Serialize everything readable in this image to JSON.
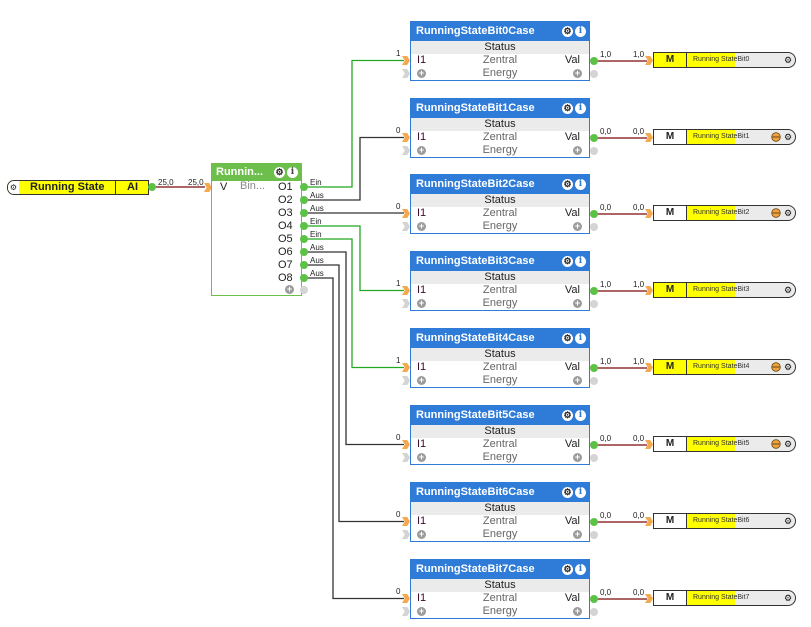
{
  "colors": {
    "case_header": "#2f7bd8",
    "binary_header": "#6cbf4a",
    "wire_on": "#22a822",
    "wire_off": "#333333",
    "wire_value": "#7a0a0a",
    "highlight": "#ffff00",
    "port_input": "#f5a94e",
    "port_output": "#5cc245"
  },
  "source_block": {
    "label": "Running State",
    "type": "AI",
    "output_value": "25,0"
  },
  "binary_block": {
    "title": "Runnin...",
    "input_label": "V",
    "input_value": "25,0",
    "subtitle": "Bin...",
    "outputs": [
      {
        "name": "O1",
        "state": "Ein"
      },
      {
        "name": "O2",
        "state": "Aus"
      },
      {
        "name": "O3",
        "state": "Aus"
      },
      {
        "name": "O4",
        "state": "Ein"
      },
      {
        "name": "O5",
        "state": "Ein"
      },
      {
        "name": "O6",
        "state": "Aus"
      },
      {
        "name": "O7",
        "state": "Aus"
      },
      {
        "name": "O8",
        "state": "Aus"
      }
    ]
  },
  "case_blocks": [
    {
      "title": "RunningStateBit0Case",
      "status": "Status",
      "input_label": "I1",
      "center_label": "Zentral",
      "output_label": "Val",
      "energy_label": "Energy",
      "input_value": "1",
      "output_value": "1,0",
      "memory": {
        "input_value": "1,0",
        "button": "M",
        "label": "Running StateBit0",
        "active": true,
        "indicator": false
      }
    },
    {
      "title": "RunningStateBit1Case",
      "status": "Status",
      "input_label": "I1",
      "center_label": "Zentral",
      "output_label": "Val",
      "energy_label": "Energy",
      "input_value": "0",
      "output_value": "0,0",
      "memory": {
        "input_value": "0,0",
        "button": "M",
        "label": "Running StateBit1",
        "active": false,
        "indicator": true
      }
    },
    {
      "title": "RunningStateBit2Case",
      "status": "Status",
      "input_label": "I1",
      "center_label": "Zentral",
      "output_label": "Val",
      "energy_label": "Energy",
      "input_value": "0",
      "output_value": "0,0",
      "memory": {
        "input_value": "0,0",
        "button": "M",
        "label": "Running StateBit2",
        "active": false,
        "indicator": true
      }
    },
    {
      "title": "RunningStateBit3Case",
      "status": "Status",
      "input_label": "I1",
      "center_label": "Zentral",
      "output_label": "Val",
      "energy_label": "Energy",
      "input_value": "1",
      "output_value": "1,0",
      "memory": {
        "input_value": "1,0",
        "button": "M",
        "label": "Running StateBit3",
        "active": true,
        "indicator": false
      }
    },
    {
      "title": "RunningStateBit4Case",
      "status": "Status",
      "input_label": "I1",
      "center_label": "Zentral",
      "output_label": "Val",
      "energy_label": "Energy",
      "input_value": "1",
      "output_value": "1,0",
      "memory": {
        "input_value": "1,0",
        "button": "M",
        "label": "Running StateBit4",
        "active": true,
        "indicator": true
      }
    },
    {
      "title": "RunningStateBit5Case",
      "status": "Status",
      "input_label": "I1",
      "center_label": "Zentral",
      "output_label": "Val",
      "energy_label": "Energy",
      "input_value": "0",
      "output_value": "0,0",
      "memory": {
        "input_value": "0,0",
        "button": "M",
        "label": "Running StateBit5",
        "active": false,
        "indicator": true
      }
    },
    {
      "title": "RunningStateBit6Case",
      "status": "Status",
      "input_label": "I1",
      "center_label": "Zentral",
      "output_label": "Val",
      "energy_label": "Energy",
      "input_value": "0",
      "output_value": "0,0",
      "memory": {
        "input_value": "0,0",
        "button": "M",
        "label": "Running StateBit6",
        "active": false,
        "indicator": false
      }
    },
    {
      "title": "RunningStateBit7Case",
      "status": "Status",
      "input_label": "I1",
      "center_label": "Zentral",
      "output_label": "Val",
      "energy_label": "Energy",
      "input_value": "0",
      "output_value": "0,0",
      "memory": {
        "input_value": "0,0",
        "button": "M",
        "label": "Running StateBit7",
        "active": false,
        "indicator": false
      }
    }
  ]
}
